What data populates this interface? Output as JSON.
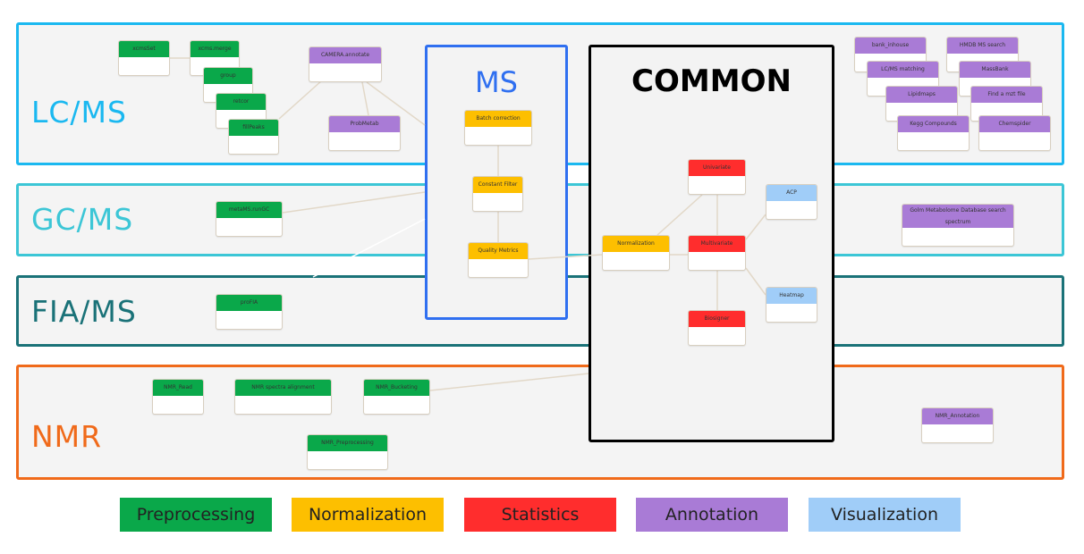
{
  "panels": [
    {
      "label": "LC/MS",
      "color": "#1ab8f0"
    },
    {
      "label": "GC/MS",
      "color": "#3cc6d6"
    },
    {
      "label": "FIA/MS",
      "color": "#1a7278"
    },
    {
      "label": "NMR",
      "color": "#f06a1a"
    }
  ],
  "ms_box": {
    "title": "MS",
    "color": "#2f6ff0"
  },
  "common_box": {
    "title": "COMMON",
    "color": "#000000"
  },
  "categories": {
    "preprocessing": "#0aa84a",
    "normalization": "#fdbf00",
    "statistics": "#ff2d2d",
    "annotation": "#a97bd6",
    "visualization": "#a0cdf8"
  },
  "legend": [
    {
      "label": "Preprocessing",
      "category": "preprocessing"
    },
    {
      "label": "Normalization",
      "category": "normalization"
    },
    {
      "label": "Statistics",
      "category": "statistics"
    },
    {
      "label": "Annotation",
      "category": "annotation"
    },
    {
      "label": "Visualization",
      "category": "visualization"
    }
  ],
  "nodes": [
    {
      "label": "xcmsSet",
      "category": "preprocessing"
    },
    {
      "label": "xcms.merge",
      "category": "preprocessing"
    },
    {
      "label": "group",
      "category": "preprocessing"
    },
    {
      "label": "retcor",
      "category": "preprocessing"
    },
    {
      "label": "fillPeaks",
      "category": "preprocessing"
    },
    {
      "label": "CAMERA.annotate",
      "category": "annotation"
    },
    {
      "label": "ProbMetab",
      "category": "annotation"
    },
    {
      "label": "bank_inhouse",
      "category": "annotation"
    },
    {
      "label": "HMDB MS search",
      "category": "annotation"
    },
    {
      "label": "LC/MS matching",
      "category": "annotation"
    },
    {
      "label": "MassBank",
      "category": "annotation"
    },
    {
      "label": "Lipidmaps",
      "category": "annotation"
    },
    {
      "label": "Find a mzt file",
      "category": "annotation"
    },
    {
      "label": "Kegg Compounds",
      "category": "annotation"
    },
    {
      "label": "Chemspider",
      "category": "annotation"
    },
    {
      "label": "Batch correction",
      "category": "normalization"
    },
    {
      "label": "Constant Filter",
      "category": "normalization"
    },
    {
      "label": "Quality Metrics",
      "category": "normalization"
    },
    {
      "label": "Normalization",
      "category": "normalization"
    },
    {
      "label": "Univariate",
      "category": "statistics"
    },
    {
      "label": "Multivariate",
      "category": "statistics"
    },
    {
      "label": "Biosigner",
      "category": "statistics"
    },
    {
      "label": "ACP",
      "category": "visualization"
    },
    {
      "label": "Heatmap",
      "category": "visualization"
    },
    {
      "label": "metaMS.runGC",
      "category": "preprocessing"
    },
    {
      "label": "Golm Metabolome Database search spectrum",
      "category": "annotation"
    },
    {
      "label": "proFIA",
      "category": "preprocessing"
    },
    {
      "label": "NMR_Read",
      "category": "preprocessing"
    },
    {
      "label": "NMR spectra alignment",
      "category": "preprocessing"
    },
    {
      "label": "NMR_Bucketing",
      "category": "preprocessing"
    },
    {
      "label": "NMR_Preprocessing",
      "category": "preprocessing"
    },
    {
      "label": "NMR_Annotation",
      "category": "annotation"
    }
  ]
}
